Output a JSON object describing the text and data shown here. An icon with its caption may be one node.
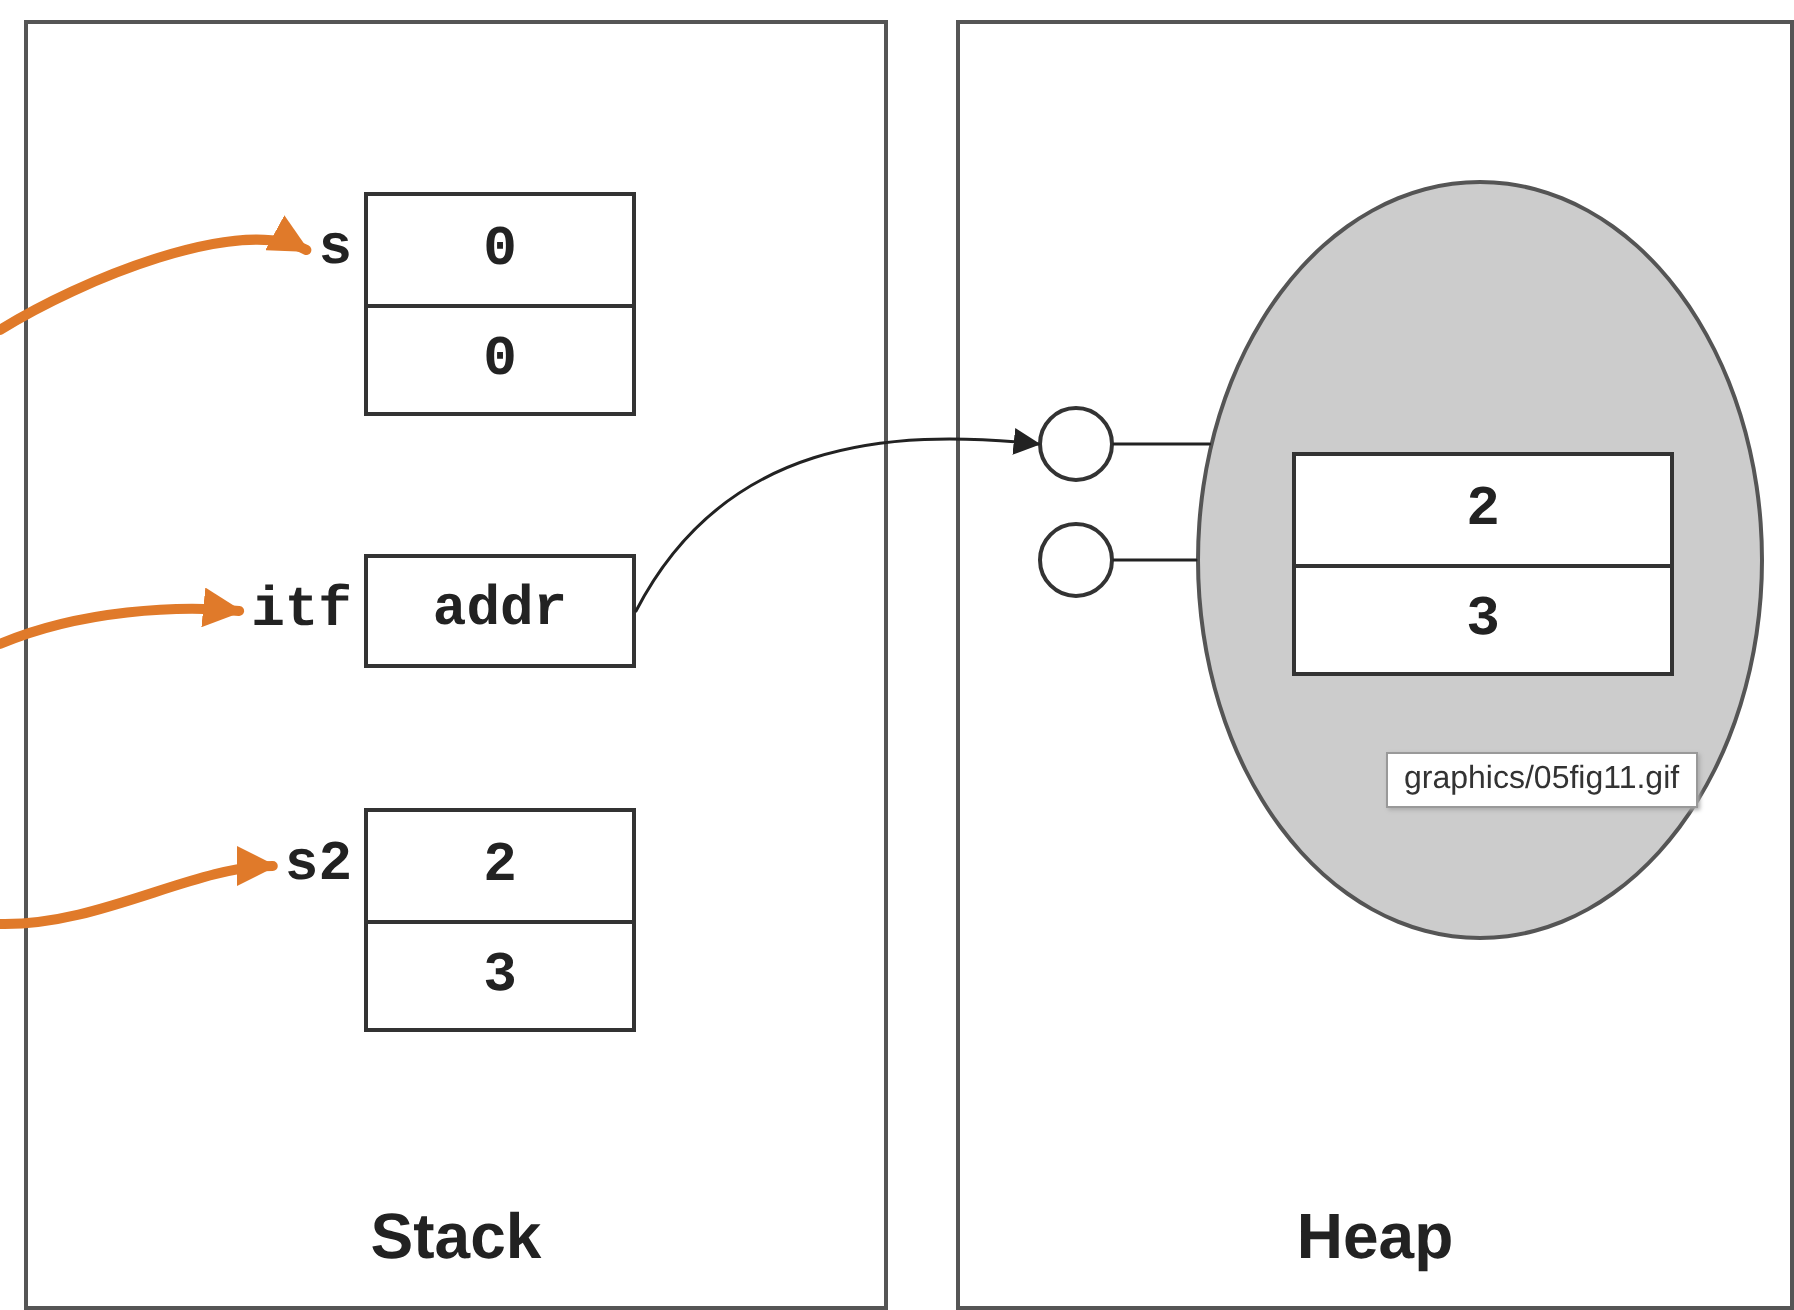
{
  "diagram": {
    "nodes": [
      {
        "text": [
          "Stack"
        ]
      },
      {
        "text": [
          "Heap"
        ]
      },
      {
        "text": [
          "0"
        ],
        "in": 0,
        "beside": [
          "s"
        ]
      },
      {
        "text": [
          "0"
        ],
        "in": 0
      },
      {
        "text": [
          "addr"
        ],
        "in": 0,
        "beside": [
          "itf"
        ]
      },
      {
        "text": [
          "2"
        ],
        "in": 0,
        "beside": [
          "s2"
        ]
      },
      {
        "text": [
          "3"
        ],
        "in": 0
      },
      {
        "text": [],
        "shape": "ellipse",
        "in": 1
      },
      {
        "text": [
          "2"
        ],
        "in": 7
      },
      {
        "text": [
          "3"
        ],
        "in": 7
      },
      {
        "text": [],
        "shape": "circle",
        "in": 1
      },
      {
        "text": [],
        "shape": "circle",
        "in": 1
      }
    ],
    "edges": [
      {
        "from": 4,
        "to": 10,
        "arrow": "to"
      },
      {
        "from": 10,
        "to": 7,
        "arrow": "none"
      },
      {
        "from": 11,
        "to": 7,
        "arrow": "none"
      },
      {
        "from": null,
        "to": 2,
        "arrow": "to",
        "style": "thick",
        "color": "#e07a2a"
      },
      {
        "from": null,
        "to": 4,
        "arrow": "to",
        "style": "thick",
        "color": "#e07a2a"
      },
      {
        "from": null,
        "to": 5,
        "arrow": "to",
        "style": "thick",
        "color": "#e07a2a"
      }
    ],
    "labels": [
      "graphics/05fig11.gif"
    ]
  }
}
